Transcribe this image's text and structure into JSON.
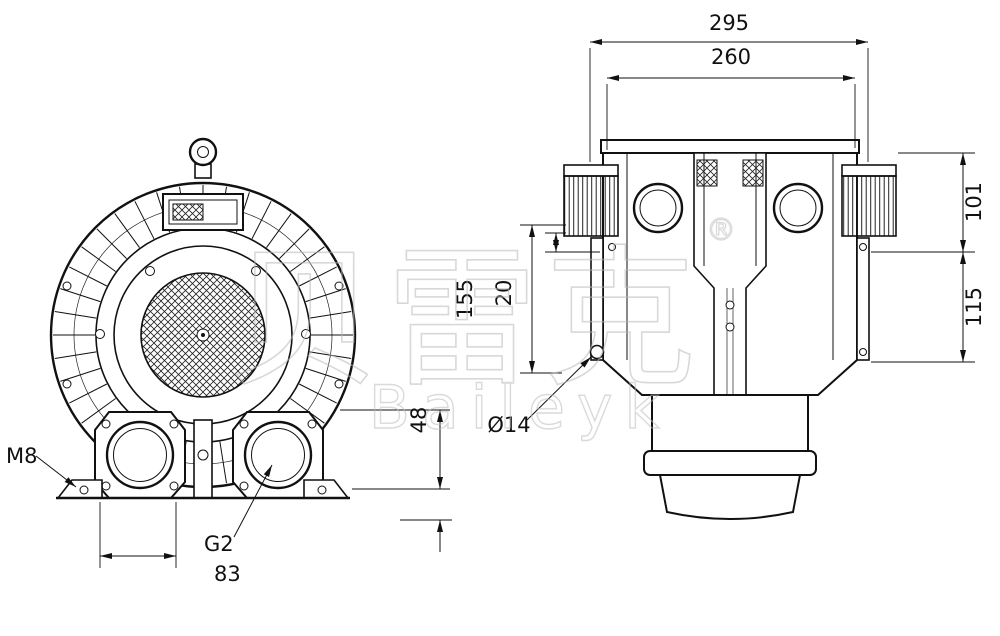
{
  "watermark": {
    "cjk": "贝雷克",
    "registered": "®",
    "latin": "Baileyk"
  },
  "front_view": {
    "labels": {
      "foot_thread": "M8",
      "port_thread": "G2",
      "foot_spacing": "83",
      "port_height": "48"
    }
  },
  "side_view": {
    "labels": {
      "overall_width": "295",
      "body_width": "260",
      "top_height": "101",
      "mid_height": "115",
      "left_height": "155",
      "left_offset": "20",
      "hole_diameter": "Ø14"
    }
  }
}
